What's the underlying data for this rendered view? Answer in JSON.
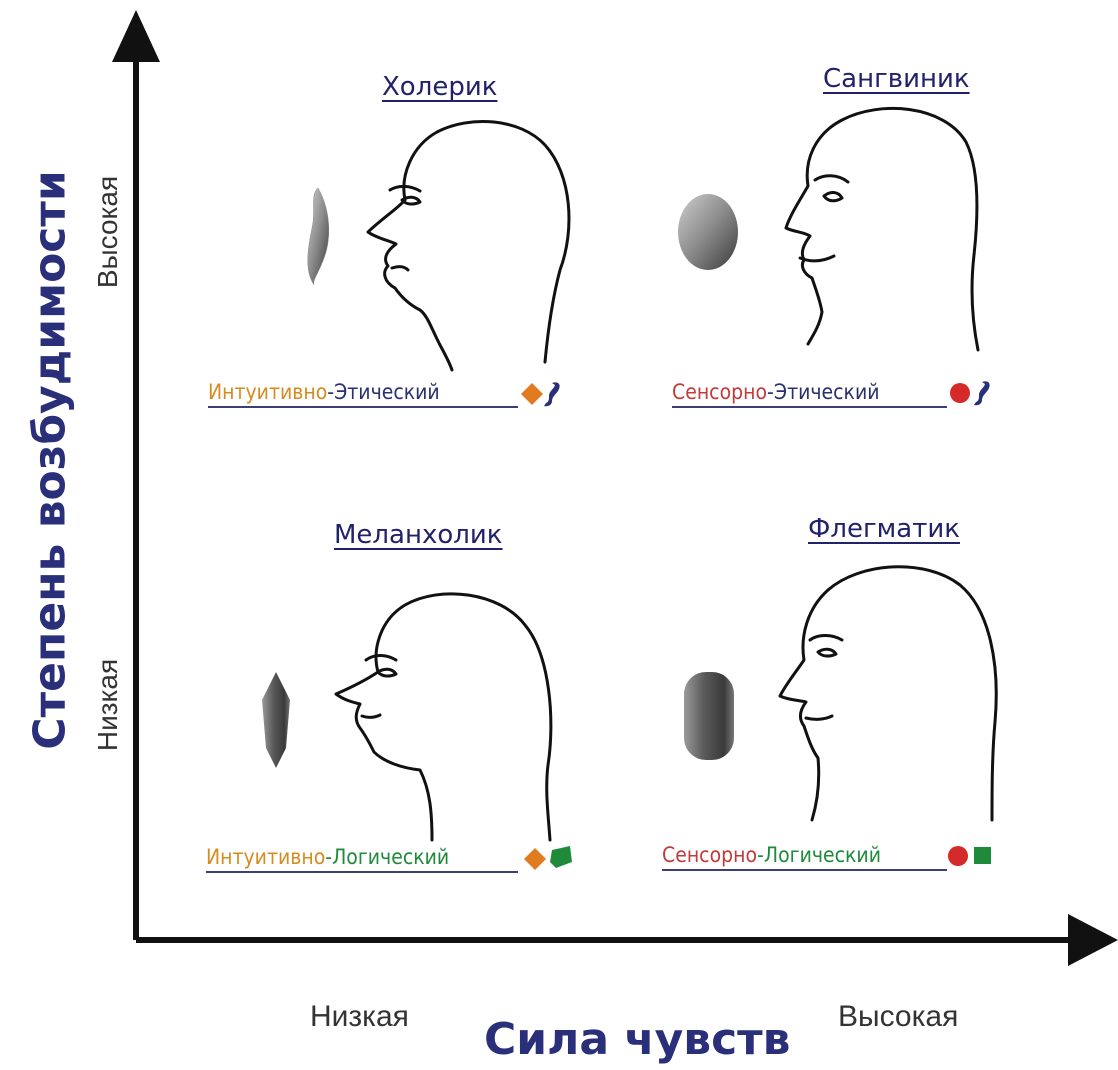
{
  "title": "",
  "axes": {
    "y_label": "Степень возбудимости",
    "x_label": "Сила чувств",
    "y_high": "Высокая",
    "y_low": "Низкая",
    "x_low": "Низкая",
    "x_high": "Высокая"
  },
  "quadrants": [
    {
      "name": "Холерик",
      "perception": "Интуитивно",
      "separator": "-",
      "judgment": "Этический"
    },
    {
      "name": "Сангвиник",
      "perception": "Сенсорно",
      "separator": "-",
      "judgment": "Этический"
    },
    {
      "name": "Меланхолик",
      "perception": "Интуитивно",
      "separator": "-",
      "judgment": "Логический"
    },
    {
      "name": "Флегматик",
      "perception": "Сенсорно",
      "separator": "-",
      "judgment": "Логический"
    }
  ],
  "colors": {
    "axis": "#111111",
    "heading": "#22226a",
    "intuitive": "#d88a1e",
    "sensory": "#c23b3b",
    "ethical": "#2a2f6e",
    "logical": "#1f8a3a"
  },
  "icons": [
    "intuition-diamond-icon",
    "ethics-s-icon",
    "sensing-circle-icon",
    "logic-square-icon"
  ]
}
